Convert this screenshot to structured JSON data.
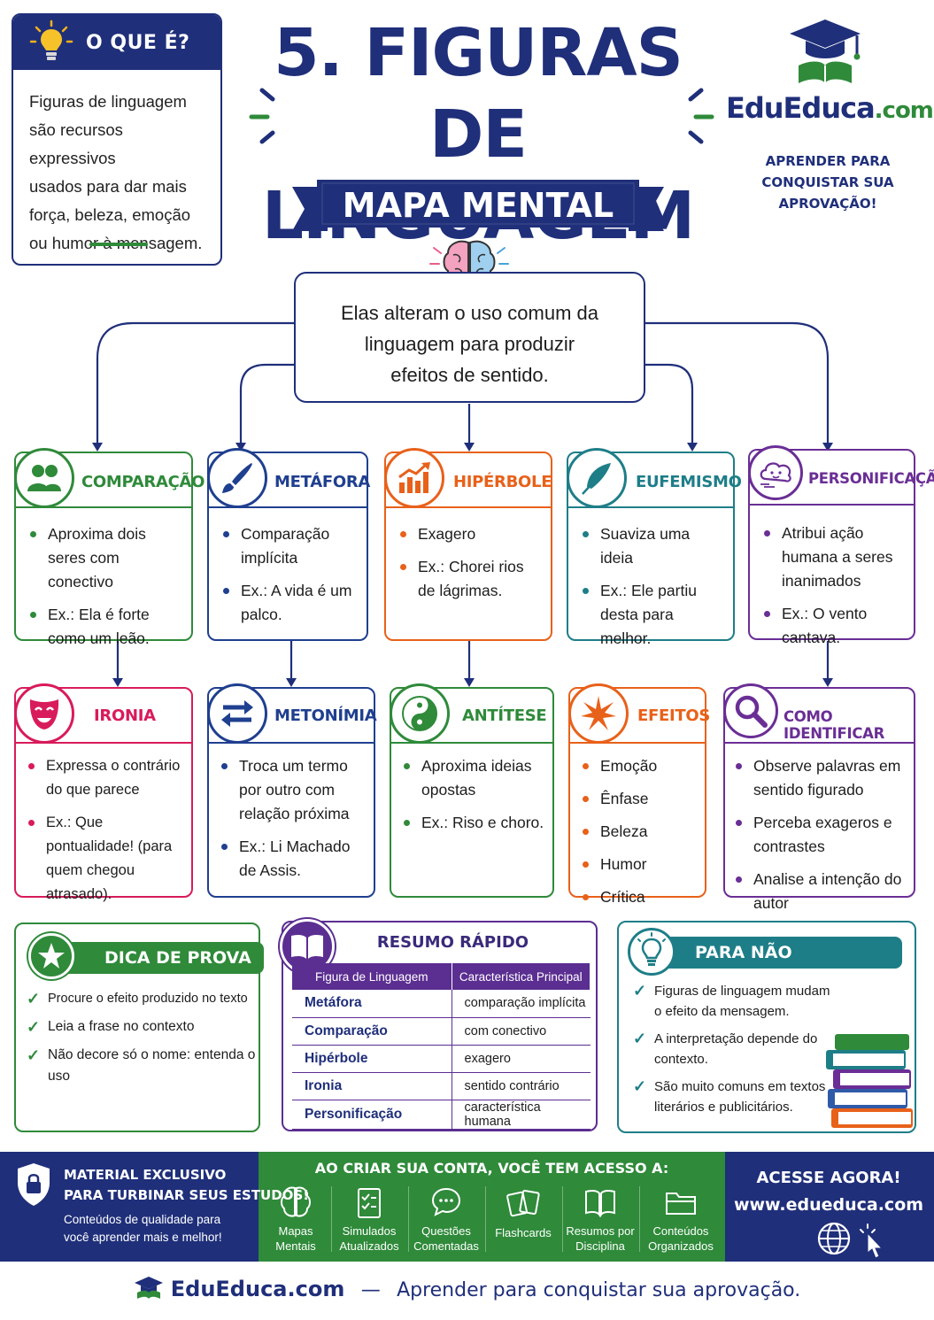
{
  "header": {
    "title_line1": "5. FIGURAS DE",
    "title_line2": "LINGUAGEM",
    "subtitle": "MAPA MENTAL",
    "logo": "EduEduca",
    "logo_suffix": ".com",
    "tagline_line1": "APRENDER PARA",
    "tagline_line2": "CONQUISTAR SUA APROVAÇÃO!"
  },
  "what_is": {
    "title": "O QUE É?",
    "lines": [
      "Figuras de linguagem",
      "são recursos expressivos",
      "usados para dar mais",
      "força, beleza, emoção",
      "ou humor à mensagem."
    ]
  },
  "center": {
    "lines": [
      "Elas alteram o uso comum da",
      "linguagem para produzir",
      "efeitos de sentido."
    ]
  },
  "cards_row1": [
    {
      "title": "COMPARAÇÃO",
      "icon": "people-icon",
      "color": "#2f8a3a",
      "items": [
        "Aproxima dois seres com conectivo",
        "Ex.: Ela é forte como um leão."
      ]
    },
    {
      "title": "METÁFORA",
      "icon": "brush-icon",
      "color": "#1f3f8f",
      "items": [
        "Comparação implícita",
        "Ex.: A vida é um palco."
      ]
    },
    {
      "title": "HIPÉRBOLE",
      "icon": "growth-chart-icon",
      "color": "#e8611a",
      "items": [
        "Exagero",
        "Ex.: Chorei rios de lágrimas."
      ]
    },
    {
      "title": "EUFEMISMO",
      "icon": "feather-icon",
      "color": "#1e7e88",
      "items": [
        "Suaviza uma ideia",
        "Ex.: Ele partiu desta para melhor."
      ]
    },
    {
      "title": "PERSONIFICAÇÃO",
      "icon": "cloud-face-icon",
      "color": "#6a2e95",
      "items": [
        "Atribui ação humana a seres inanimados",
        "Ex.: O vento cantava."
      ]
    }
  ],
  "cards_row2": [
    {
      "title": "IRONIA",
      "icon": "mask-icon",
      "color": "#d81b5a",
      "items": [
        "Expressa o contrário do que parece",
        "Ex.: Que pontualidade! (para quem chegou atrasado)."
      ]
    },
    {
      "title": "METONÍMIA",
      "icon": "swap-arrows-icon",
      "color": "#1f3f8f",
      "items": [
        "Troca um termo por outro com relação próxima",
        "Ex.: Li Machado de Assis."
      ]
    },
    {
      "title": "ANTÍTESE",
      "icon": "yin-yang-icon",
      "color": "#2f8a3a",
      "items": [
        "Aproxima ideias opostas",
        "Ex.: Riso e choro."
      ]
    },
    {
      "title": "EFEITOS",
      "icon": "burst-icon",
      "color": "#e8611a",
      "items": [
        "Emoção",
        "Ênfase",
        "Beleza",
        "Humor",
        "Crítica"
      ]
    },
    {
      "title": "COMO IDENTIFICAR",
      "icon": "magnifier-icon",
      "color": "#6a2e95",
      "items": [
        "Observe palavras em sentido figurado",
        "Perceba exageros e contrastes",
        "Analise a intenção do autor"
      ]
    }
  ],
  "dica": {
    "title": "DICA DE PROVA",
    "items": [
      "Procure o efeito produzido no texto",
      "Leia a frase no contexto",
      "Não decore só o nome: entenda o uso"
    ]
  },
  "resumo": {
    "title": "RESUMO RÁPIDO",
    "col1": "Figura de Linguagem",
    "col2": "Característica Principal",
    "rows": [
      {
        "figura": "Metáfora",
        "carac": "comparação implícita"
      },
      {
        "figura": "Comparação",
        "carac": "com conectivo"
      },
      {
        "figura": "Hipérbole",
        "carac": "exagero"
      },
      {
        "figura": "Ironia",
        "carac": "sentido contrário"
      },
      {
        "figura": "Personificação",
        "carac": "característica humana"
      }
    ]
  },
  "nao_esquecer": {
    "title": "PARA NÃO ESQUECER!",
    "items": [
      "Figuras de linguagem mudam o efeito da mensagem.",
      "A interpretação depende do contexto.",
      "São muito comuns em textos literários e publicitários."
    ]
  },
  "footer_band": {
    "material_line1": "MATERIAL EXCLUSIVO",
    "material_line2": "PARA TURBINAR SEUS ESTUDOS!",
    "material_sub1": "Conteúdos de qualidade para",
    "material_sub2": "você aprender mais e melhor!",
    "access_title": "AO CRIAR SUA CONTA, VOCÊ TEM ACESSO A:",
    "features": [
      {
        "l1": "Mapas",
        "l2": "Mentais",
        "icon": "brain-icon"
      },
      {
        "l1": "Simulados",
        "l2": "Atualizados",
        "icon": "checklist-icon"
      },
      {
        "l1": "Questões",
        "l2": "Comentadas",
        "icon": "chat-icon"
      },
      {
        "l1": "Flashcards",
        "l2": "",
        "icon": "cards-icon"
      },
      {
        "l1": "Resumos por",
        "l2": "Disciplina",
        "icon": "book-icon"
      },
      {
        "l1": "Conteúdos",
        "l2": "Organizados",
        "icon": "folder-icon"
      }
    ],
    "cta": "ACESSE AGORA!",
    "url": "www.edueduca.com"
  },
  "footer": {
    "brand": "EduEduca.com",
    "dash": "—",
    "slogan": "Aprender para conquistar sua aprovação."
  },
  "colors": {
    "navy": "#1f2f7a",
    "green": "#2f8a3a",
    "orange": "#e8611a",
    "teal": "#1e7e88",
    "purple": "#6a2e95",
    "pink": "#d81b5a"
  }
}
